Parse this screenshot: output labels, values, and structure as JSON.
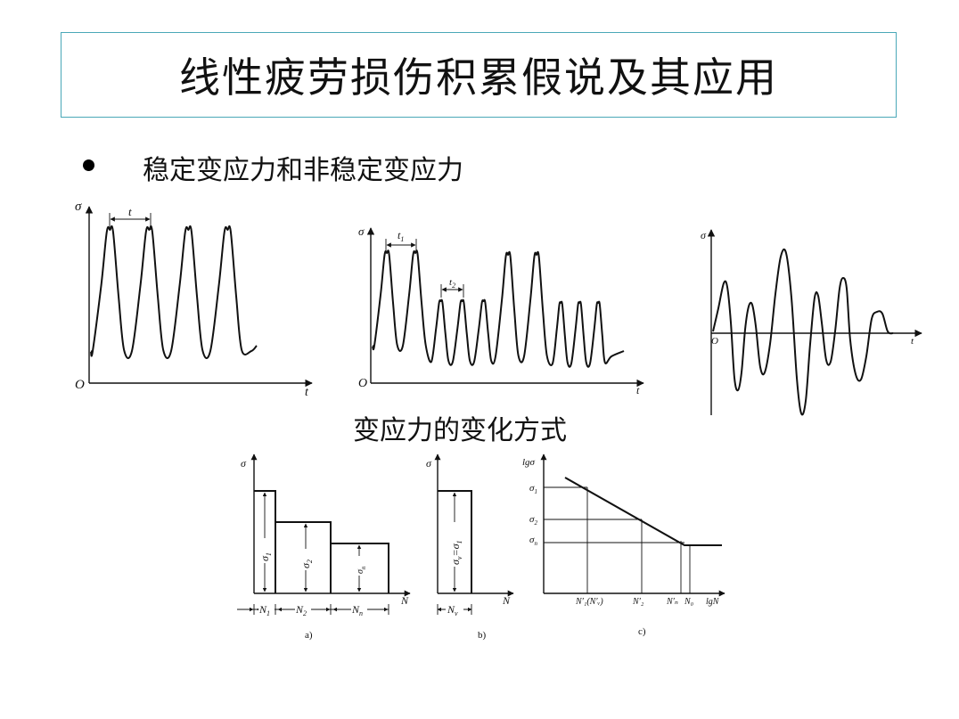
{
  "slide": {
    "title": "线性疲劳损伤积累假说及其应用",
    "bullet": "稳定变应力和非稳定变应力",
    "caption": "变应力的变化方式"
  },
  "figure1": {
    "y_axis": "σ",
    "origin": "O",
    "x_axis": "t",
    "period": "t"
  },
  "figure2": {
    "y_axis": "σ",
    "origin": "O",
    "x_axis": "t",
    "period1": "t",
    "period1_sub": "1",
    "period2": "t",
    "period2_sub": "2"
  },
  "figure3": {
    "y_axis": "σ",
    "origin": "O",
    "x_axis": "t"
  },
  "figure_a": {
    "label": "a)",
    "y_axis": "σ",
    "x_axis": "N",
    "stress_labels": [
      {
        "sym": "σ",
        "sub": "1"
      },
      {
        "sym": "σ",
        "sub": "2"
      },
      {
        "sym": "σ",
        "sub": "n"
      }
    ],
    "cycle_labels": [
      {
        "sym": "N",
        "sub": "1"
      },
      {
        "sym": "N",
        "sub": "2"
      },
      {
        "sym": "N",
        "sub": "n"
      }
    ]
  },
  "figure_b": {
    "label": "b)",
    "y_axis": "σ",
    "x_axis": "N",
    "stress_label": "σ",
    "stress_sub": "v",
    "stress_eq": "=σ",
    "stress_eq_sub": "1",
    "cycle_label": "N",
    "cycle_sub": "v"
  },
  "figure_c": {
    "label": "c)",
    "y_axis": "lgσ",
    "x_axis": "lgN",
    "stress_labels": [
      {
        "sym": "σ",
        "sub": "1"
      },
      {
        "sym": "σ",
        "sub": "2"
      },
      {
        "sym": "σ",
        "sub": "n"
      }
    ],
    "cycle_labels": [
      "N′₁(N′ᵥ)",
      "N′₂",
      "N′ₙ",
      "N₀"
    ]
  }
}
